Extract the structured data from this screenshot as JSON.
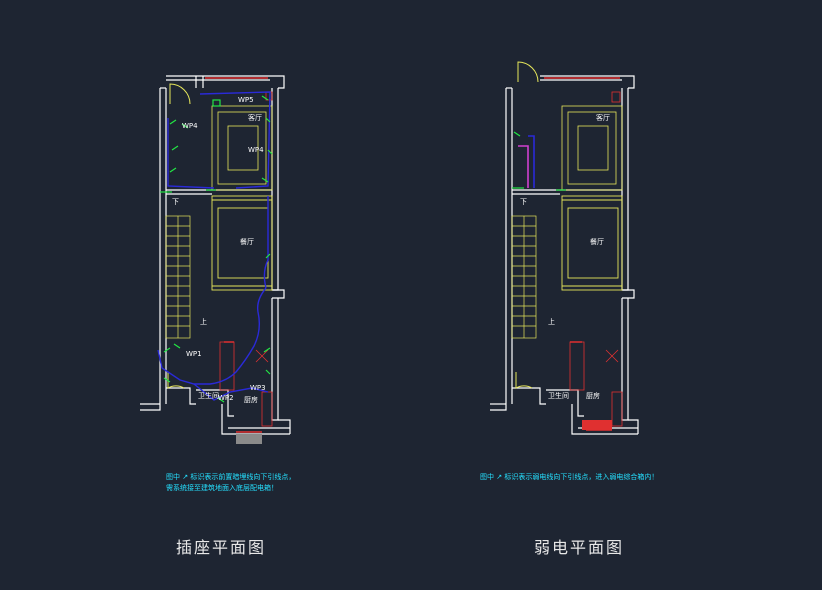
{
  "left_plan": {
    "caption": "插座平面图",
    "note_line1": "图中 ↗ 标识表示前置暗埋线向下引线点，",
    "note_line2": "需系统接至建筑地面入底层配电箱！",
    "rooms": {
      "living": "客厅",
      "dining": "餐厅",
      "kitchen": "厨房",
      "bath": "卫生间"
    },
    "tags": {
      "wp5": "WP5",
      "wp4a": "WP4",
      "wp4b": "WP4",
      "wp1": "WP1",
      "wp2": "WP2",
      "wp3": "WP3"
    },
    "stairs": {
      "down": "下",
      "up": "上"
    }
  },
  "right_plan": {
    "caption": "弱电平面图",
    "note_line1": "图中 ↗ 标识表示弱电线向下引线点，进入弱电综合箱内！",
    "rooms": {
      "living": "客厅",
      "dining": "餐厅",
      "kitchen": "厨房",
      "bath": "卫生间"
    },
    "stairs": {
      "down": "下",
      "up": "上"
    }
  },
  "colors": {
    "background": "#1e2532",
    "walls": "#ffffff",
    "furniture": "#e6e65a",
    "wiring": "#2a2ad8",
    "outlets": "#22e644",
    "windows": "#e03030",
    "notes": "#25e0ff"
  }
}
